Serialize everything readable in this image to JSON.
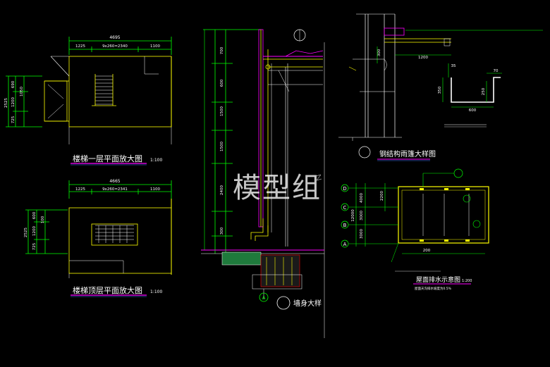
{
  "colors": {
    "background": "#000000",
    "dimension": "#00ff00",
    "wall": "#ffff00",
    "detail": "#ffffff",
    "accent": "#ff00ff",
    "cyan": "#00ffff",
    "red": "#ff0000",
    "blue": "#3c78ff"
  },
  "titles": {
    "stair_first": "楼梯一层平面放大图",
    "stair_first_scale": "1:100",
    "stair_top": "楼梯顶层平面放大图",
    "stair_top_scale": "1:100",
    "wall_detail": "墙身大样",
    "gutter_detail": "钢结构雨篷大样图",
    "roof_drainage": "屋面排水示意图",
    "roof_drainage_scale": "1:200",
    "roof_note": "屋面天沟排水坡度为0.5%"
  },
  "watermark": "模型组",
  "stair_first": {
    "overall": "4695",
    "segments": [
      "1225",
      "9x260=2340",
      "1100"
    ],
    "verticals": [
      "2525",
      "690",
      "1050",
      "1200",
      "725"
    ]
  },
  "stair_top": {
    "overall": "4665",
    "segments": [
      "1225",
      "9x260=2341",
      "1100"
    ],
    "verticals": [
      "2525",
      "600",
      "100",
      "1200",
      "725"
    ]
  },
  "wall_section": {
    "levels": [
      "700",
      "600",
      "1500",
      "1500",
      "2400",
      "300"
    ],
    "axis": "A"
  },
  "gutter": {
    "dims": [
      "300",
      "1200",
      "350",
      "250",
      "70",
      "600",
      "35"
    ]
  },
  "roof": {
    "axes": [
      "D",
      "C",
      "B",
      "A"
    ],
    "dims": [
      "4000",
      "2200",
      "12000",
      "3000",
      "3000",
      "200"
    ]
  },
  "icons": [
    "section-marker-icon",
    "detail-callout-icon"
  ]
}
